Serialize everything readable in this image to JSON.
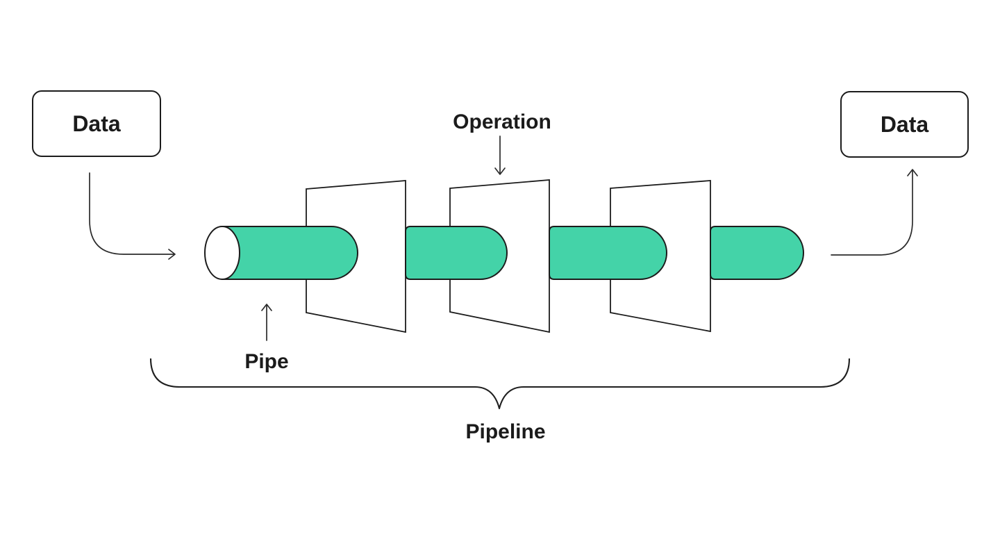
{
  "diagram": {
    "nodes": {
      "input": {
        "label": "Data"
      },
      "output": {
        "label": "Data"
      }
    },
    "annotations": {
      "operation": "Operation",
      "pipe": "Pipe",
      "pipeline": "Pipeline"
    },
    "colors": {
      "pipe_fill": "#44D3A8",
      "shape_stroke": "#1B1B1B",
      "text": "#1B1B1B",
      "background": "#FFFFFF"
    }
  }
}
